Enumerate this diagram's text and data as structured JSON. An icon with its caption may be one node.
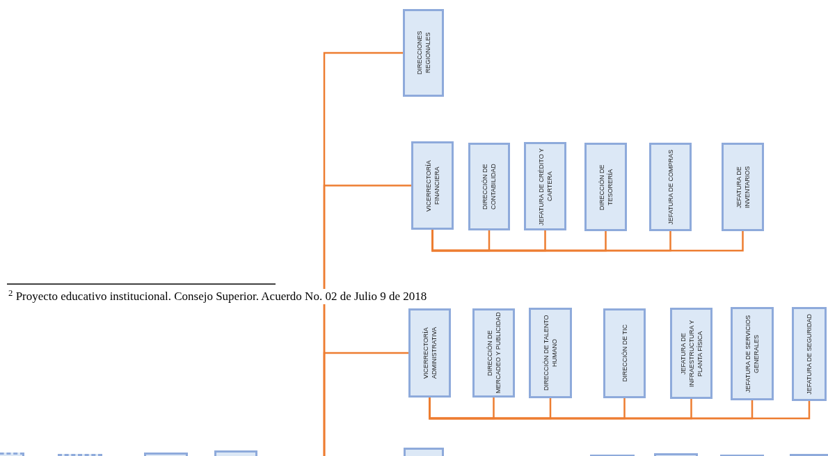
{
  "diagram": {
    "nodes": [
      {
        "text": [
          "DIRECCIONES REGIONALES"
        ]
      },
      {
        "text": [
          "VICERRECTORÍA FINANCIERA"
        ]
      },
      {
        "text": [
          "DIRECCIÓN DE CONTABILIDAD"
        ]
      },
      {
        "text": [
          "JEFATURA DE CRÉDITO Y CARTERA"
        ]
      },
      {
        "text": [
          "DIRECCIÓN DE TESORERÍA"
        ]
      },
      {
        "text": [
          "JEFATURA DE COMPRAS"
        ]
      },
      {
        "text": [
          "JEFATURA DE INVENTARIOS"
        ]
      },
      {
        "text": [
          "VICERRECTORÍA ADMINISTRATIVA"
        ]
      },
      {
        "text": [
          "DIRECCIÓN DE MERCADEO Y PUBLICIDAD"
        ]
      },
      {
        "text": [
          "DIRECCIÓN DE TALENTO HUMANO"
        ]
      },
      {
        "text": [
          "DIRECCIÓN DE TIC"
        ]
      },
      {
        "text": [
          "JEFATURA DE INFRAESTRUCTURA Y PLANTA FÍSICA"
        ]
      },
      {
        "text": [
          "JEFATURA DE SERVICIOS GENERALES"
        ]
      },
      {
        "text": [
          "JEFATURA DE SEGURIDAD"
        ]
      },
      {
        "text": [],
        "shape": "box"
      },
      {
        "text": [],
        "shape": "box"
      },
      {
        "text": [],
        "shape": "box"
      },
      {
        "text": [],
        "shape": "box"
      },
      {
        "text": [],
        "shape": "box"
      },
      {
        "text": [],
        "shape": "box"
      },
      {
        "text": [],
        "shape": "box"
      },
      {
        "text": [],
        "shape": "box"
      },
      {
        "text": [],
        "shape": "box"
      }
    ],
    "edges": [
      {
        "from": null,
        "to": 0,
        "arrow": "none"
      },
      {
        "from": null,
        "to": 1,
        "arrow": "none"
      },
      {
        "from": null,
        "to": 7,
        "arrow": "none"
      },
      {
        "from": 1,
        "to": 2,
        "arrow": "none"
      },
      {
        "from": 1,
        "to": 3,
        "arrow": "none"
      },
      {
        "from": 1,
        "to": 4,
        "arrow": "none"
      },
      {
        "from": 1,
        "to": 5,
        "arrow": "none"
      },
      {
        "from": 1,
        "to": 6,
        "arrow": "none"
      },
      {
        "from": 7,
        "to": 8,
        "arrow": "none"
      },
      {
        "from": 7,
        "to": 9,
        "arrow": "none"
      },
      {
        "from": 7,
        "to": 10,
        "arrow": "none"
      },
      {
        "from": 7,
        "to": 11,
        "arrow": "none"
      },
      {
        "from": 7,
        "to": 12,
        "arrow": "none"
      },
      {
        "from": 7,
        "to": 13,
        "arrow": "none"
      }
    ],
    "labels": [
      "$^{2}$ Proyecto educativo institucional. Consejo Superior. Acuerdo No. 02 de Julio 9 de 2018"
    ]
  }
}
